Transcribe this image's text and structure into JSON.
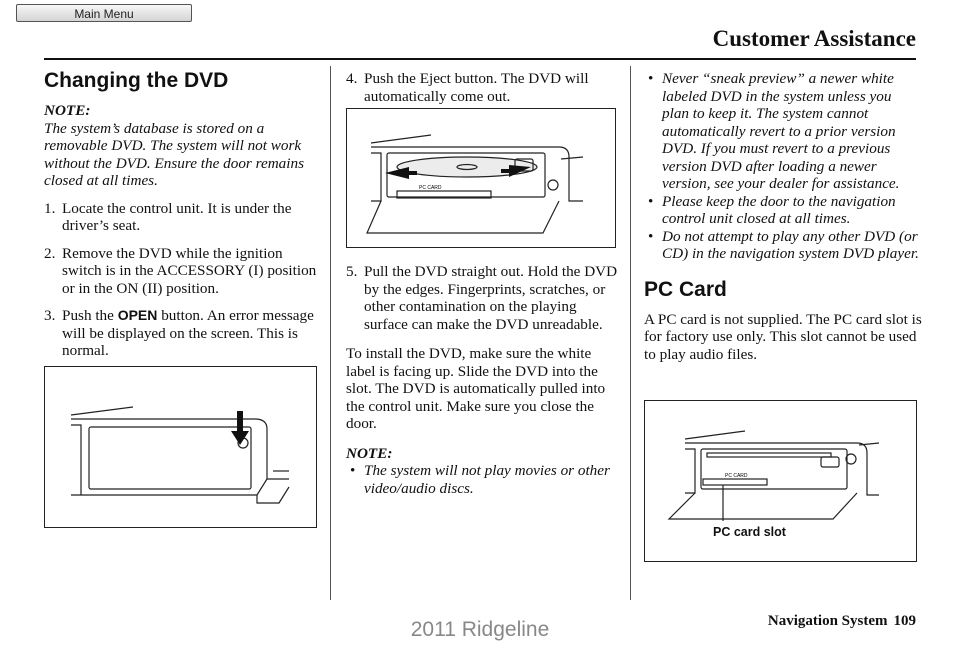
{
  "nav": {
    "main_menu_label": "Main Menu"
  },
  "header": {
    "section_title": "Customer Assistance"
  },
  "col1": {
    "heading": "Changing the DVD",
    "note_label": "NOTE:",
    "note_text": "The system’s database is stored on a removable DVD. The system will not work without the DVD. Ensure the door remains closed at all times.",
    "steps": [
      {
        "num": "1.",
        "text": "Locate the control unit. It is under the driver’s seat."
      },
      {
        "num": "2.",
        "text": "Remove the DVD while the ignition switch is in the ACCESSORY (I) position or in the ON (II) position."
      },
      {
        "num": "3.",
        "pre": "Push the ",
        "bold": "OPEN",
        "post": " button. An error message will be displayed on the screen. This is normal."
      }
    ]
  },
  "col2": {
    "step4": {
      "num": "4.",
      "text": "Push the Eject button. The DVD will automatically come out."
    },
    "step5": {
      "num": "5.",
      "text": "Pull the DVD straight out. Hold the DVD by the edges. Fingerprints, scratches, or other contamination on the playing surface can make the DVD unreadable."
    },
    "install_text": "To install the DVD, make sure the white label is facing up. Slide the DVD into the slot. The DVD is automatically pulled into the control unit. Make sure you close the door.",
    "note_label": "NOTE:",
    "note_bullet": "The system will not play movies or other video/audio discs.",
    "fig_card_text": "PC CARD"
  },
  "col3": {
    "bullets": [
      "Never “sneak preview” a newer white labeled DVD in the system unless you plan to keep it. The system cannot automatically revert to a prior version DVD. If you must revert to a previous version DVD after loading a newer version, see your dealer for assistance.",
      "Please keep the door to the navigation control unit closed at all times.",
      "Do not attempt to play any other DVD (or CD) in the navigation system DVD player."
    ],
    "pc_heading": "PC Card",
    "pc_text": "A PC card is not supplied. The PC card slot is for factory use only. This slot cannot be used to play audio files.",
    "fig_label": "PC card slot",
    "fig_card_text": "PC CARD"
  },
  "footer": {
    "system_label": "Navigation System",
    "page_number": "109"
  },
  "watermark": "2011 Ridgeline"
}
